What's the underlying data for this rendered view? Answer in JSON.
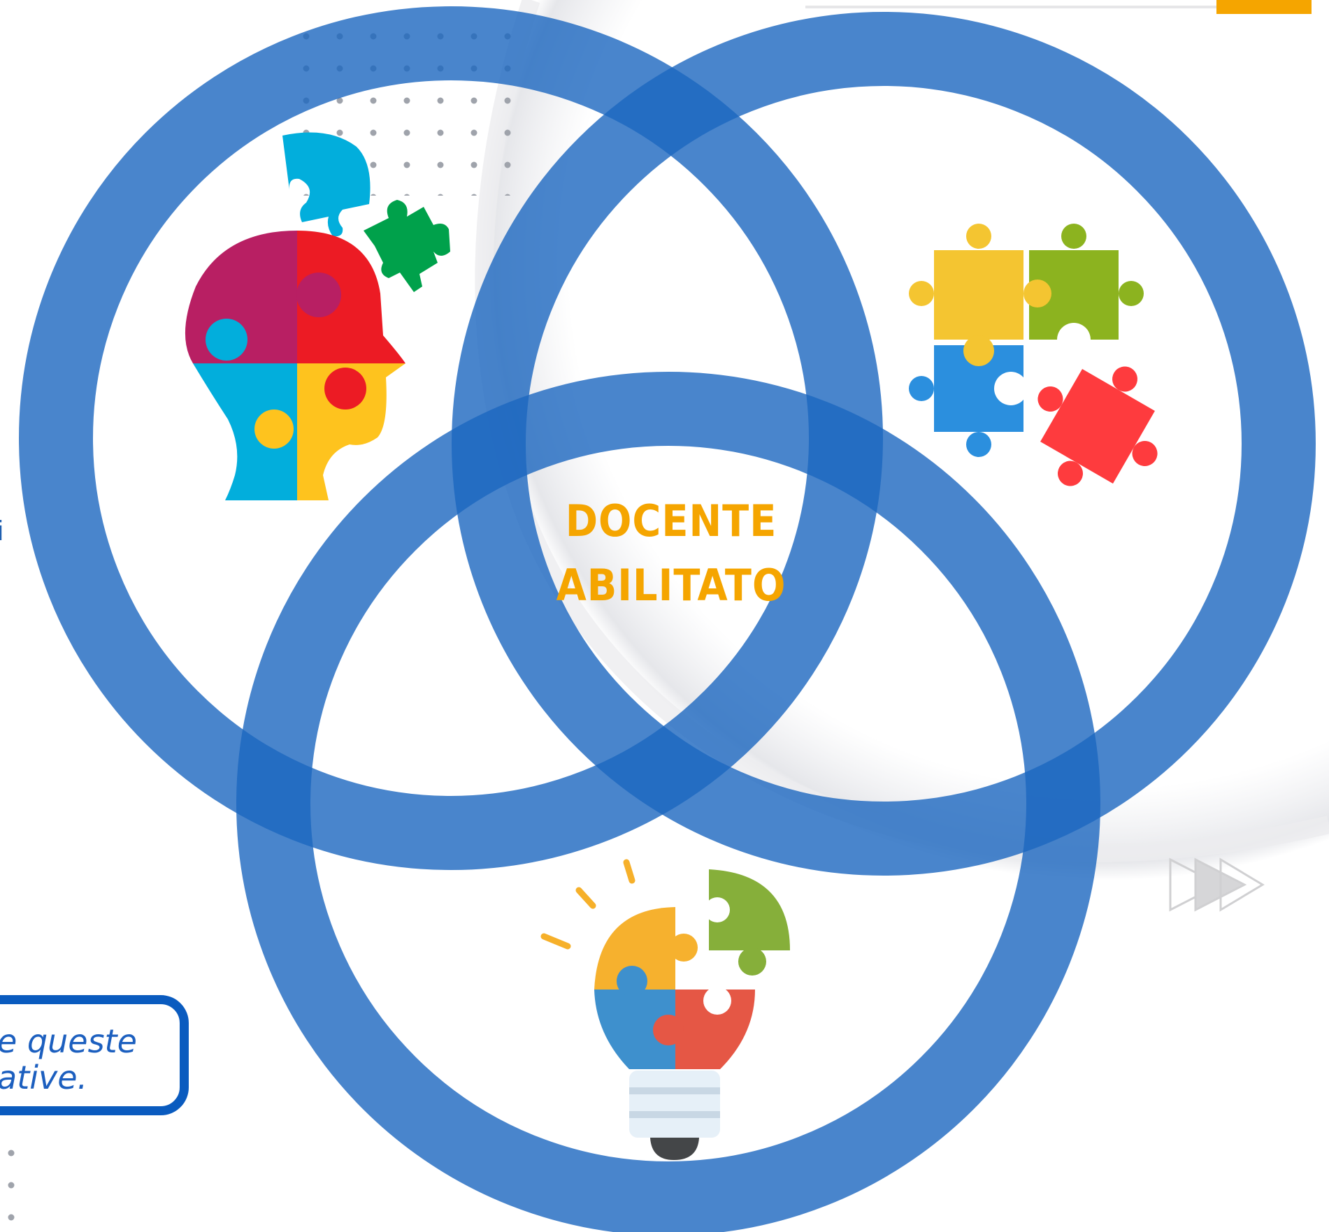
{
  "diagram": {
    "center_label": {
      "line1": "DOCENTE",
      "line2": "ABILITATO",
      "color": "#f5a500"
    },
    "circles": [
      {
        "name": "top-left",
        "icon": "head-puzzle-icon"
      },
      {
        "name": "top-right",
        "icon": "puzzle-pieces-icon"
      },
      {
        "name": "bottom",
        "icon": "lightbulb-puzzle-icon"
      }
    ],
    "ring_color": "#1b66bf",
    "accent_color": "#f5a500"
  },
  "left_edge_text": {
    "cut_letter": "i"
  },
  "callout": {
    "line1": "e queste",
    "line2": "ative."
  },
  "decorations": {
    "fast_forward_icon": "fast-forward-icon"
  }
}
